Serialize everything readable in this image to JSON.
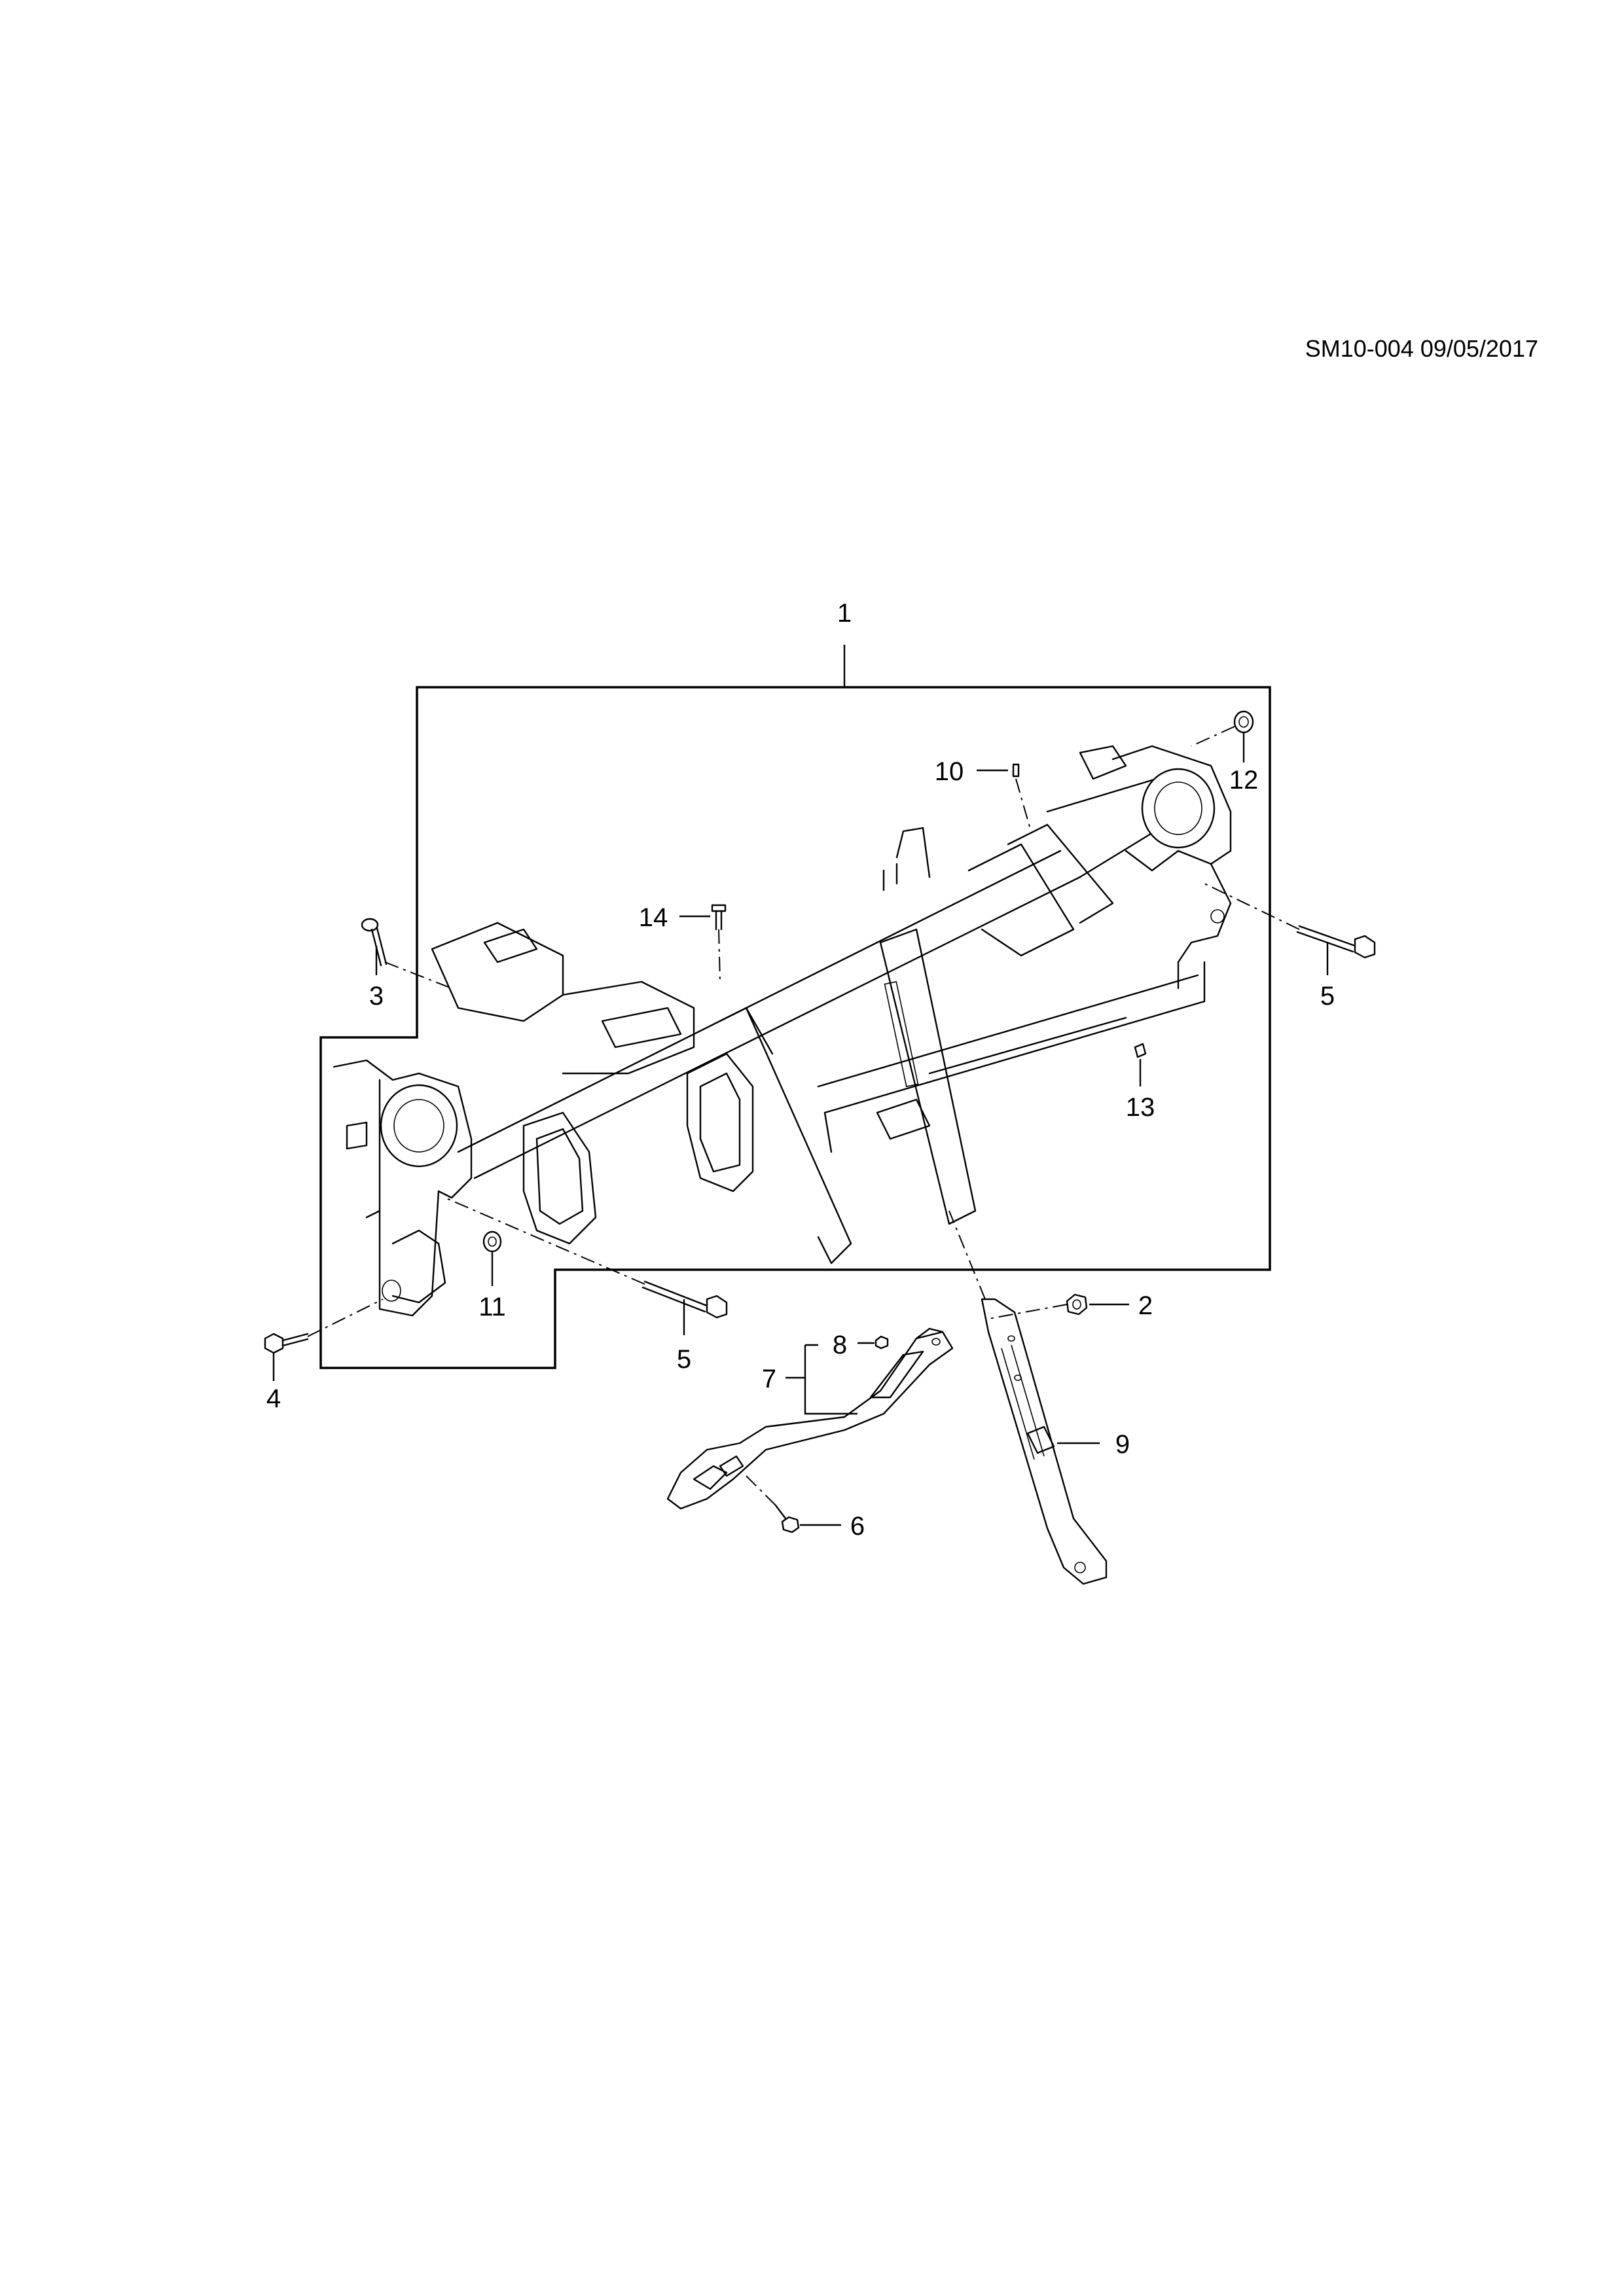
{
  "document": {
    "reference": "SM10-004 09/05/2017"
  },
  "callouts": {
    "c1": "1",
    "c2": "2",
    "c3": "3",
    "c4": "4",
    "c5a": "5",
    "c5b": "5",
    "c6": "6",
    "c7": "7",
    "c8": "8",
    "c9": "9",
    "c10": "10",
    "c11": "11",
    "c12": "12",
    "c13": "13",
    "c14": "14"
  }
}
